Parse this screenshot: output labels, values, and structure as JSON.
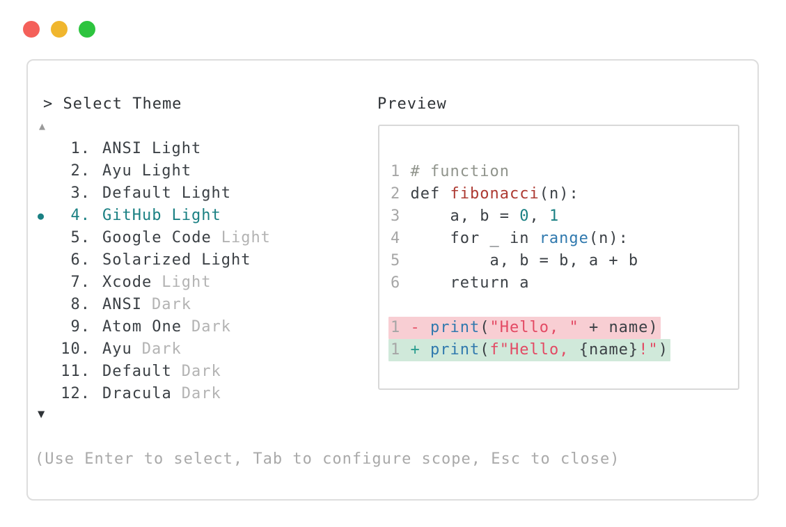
{
  "window": {
    "traffic_lights": [
      {
        "name": "close",
        "color": "#f4605a"
      },
      {
        "name": "minimize",
        "color": "#f0b62e"
      },
      {
        "name": "zoom",
        "color": "#2dc43e"
      }
    ]
  },
  "palette": {
    "accent_teal": "#1a8083",
    "text_dark": "#3b4045",
    "text_muted": "#b3b3b3",
    "line_number_gray": "#a6a6a6",
    "comment_gray": "#90948c",
    "function_red": "#ad3a32",
    "call_blue": "#3079ae",
    "string_crimson": "#e34a64",
    "diff_del_bg": "#f8ced3",
    "diff_add_bg": "#d0e9da",
    "border_gray": "#dddddd"
  },
  "header": {
    "prompt": "> Select Theme",
    "preview_label": "Preview"
  },
  "scroll": {
    "up": "▲",
    "down": "▼"
  },
  "themes": {
    "selected_bullet": "●",
    "selected_index": 3,
    "items": [
      {
        "number": "1.",
        "name": "ANSI",
        "variant": "Light",
        "variant_muted": false,
        "selected": false
      },
      {
        "number": "2.",
        "name": "Ayu",
        "variant": "Light",
        "variant_muted": false,
        "selected": false
      },
      {
        "number": "3.",
        "name": "Default",
        "variant": "Light",
        "variant_muted": false,
        "selected": false
      },
      {
        "number": "4.",
        "name": "GitHub",
        "variant": "Light",
        "variant_muted": false,
        "selected": true
      },
      {
        "number": "5.",
        "name": "Google Code",
        "variant": "Light",
        "variant_muted": true,
        "selected": false
      },
      {
        "number": "6.",
        "name": "Solarized",
        "variant": "Light",
        "variant_muted": false,
        "selected": false
      },
      {
        "number": "7.",
        "name": "Xcode",
        "variant": "Light",
        "variant_muted": true,
        "selected": false
      },
      {
        "number": "8.",
        "name": "ANSI",
        "variant": "Dark",
        "variant_muted": true,
        "selected": false
      },
      {
        "number": "9.",
        "name": "Atom One",
        "variant": "Dark",
        "variant_muted": true,
        "selected": false
      },
      {
        "number": "10.",
        "name": "Ayu",
        "variant": "Dark",
        "variant_muted": true,
        "selected": false
      },
      {
        "number": "11.",
        "name": "Default",
        "variant": "Dark",
        "variant_muted": true,
        "selected": false
      },
      {
        "number": "12.",
        "name": "Dracula",
        "variant": "Dark",
        "variant_muted": true,
        "selected": false
      }
    ]
  },
  "preview": {
    "code_lines": [
      {
        "tokens": [
          [
            "1",
            "ln"
          ],
          [
            " ",
            "pl"
          ],
          [
            "# function",
            "cm"
          ]
        ]
      },
      {
        "tokens": [
          [
            "2",
            "ln"
          ],
          [
            " def ",
            "pl"
          ],
          [
            "fibonacci",
            "fn"
          ],
          [
            "(n):",
            "pl"
          ]
        ]
      },
      {
        "tokens": [
          [
            "3",
            "ln"
          ],
          [
            "     a, b = ",
            "pl"
          ],
          [
            "0",
            "num"
          ],
          [
            ", ",
            "pl"
          ],
          [
            "1",
            "num"
          ]
        ]
      },
      {
        "tokens": [
          [
            "4",
            "ln"
          ],
          [
            "     for _ in ",
            "pl"
          ],
          [
            "range",
            "call"
          ],
          [
            "(n):",
            "pl"
          ]
        ]
      },
      {
        "tokens": [
          [
            "5",
            "ln"
          ],
          [
            "         a, b = b, a + b",
            "pl"
          ]
        ]
      },
      {
        "tokens": [
          [
            "6",
            "ln"
          ],
          [
            "     return a",
            "pl"
          ]
        ]
      },
      {
        "tokens": []
      },
      {
        "diff": "del",
        "tokens": [
          [
            "1",
            "ln"
          ],
          [
            " ",
            "pl"
          ],
          [
            "- ",
            "delsign"
          ],
          [
            "print",
            "call"
          ],
          [
            "(",
            "pl"
          ],
          [
            "\"Hello, \"",
            "str"
          ],
          [
            " + name)",
            "pl"
          ]
        ]
      },
      {
        "diff": "add",
        "tokens": [
          [
            "1",
            "ln"
          ],
          [
            " ",
            "pl"
          ],
          [
            "+ ",
            "addsign"
          ],
          [
            "print",
            "call"
          ],
          [
            "(",
            "pl"
          ],
          [
            "f\"Hello, ",
            "str"
          ],
          [
            "{name}",
            "pl"
          ],
          [
            "!\"",
            "str"
          ],
          [
            ")",
            "pl"
          ]
        ]
      }
    ]
  },
  "footer": {
    "hint": "(Use Enter to select, Tab to configure scope, Esc to close)"
  }
}
